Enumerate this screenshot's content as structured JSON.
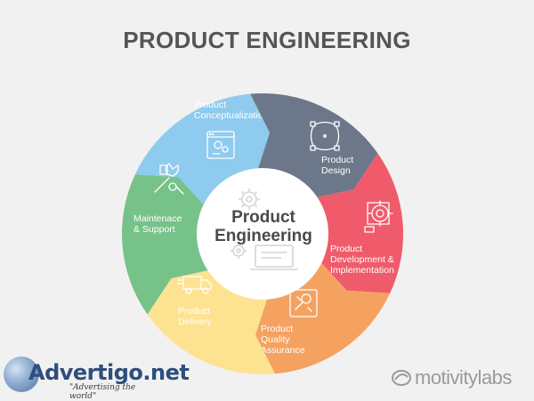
{
  "title": "PRODUCT ENGINEERING",
  "center": {
    "line1": "Product",
    "line2": "Engineering"
  },
  "segments": [
    {
      "lines": [
        "Product",
        "Conceptualization"
      ],
      "color": "#8fcbee",
      "icon": "concept-icon"
    },
    {
      "lines": [
        "Product",
        "Design"
      ],
      "color": "#6c7789",
      "icon": "design-icon"
    },
    {
      "lines": [
        "Product",
        "Development &",
        "Implementation"
      ],
      "color": "#ef5b6a",
      "icon": "development-icon"
    },
    {
      "lines": [
        "Product",
        "Quality",
        "Assurance"
      ],
      "color": "#f5a261",
      "icon": "quality-icon"
    },
    {
      "lines": [
        "Product",
        "Delivery"
      ],
      "color": "#fde391",
      "icon": "delivery-icon"
    },
    {
      "lines": [
        "Maintenace",
        "& Support"
      ],
      "color": "#77c289",
      "icon": "maintenance-icon"
    }
  ],
  "watermark": {
    "name": "Advertigo.net",
    "slogan": "\"Advertising  the world\""
  },
  "brand": {
    "name": "motivitylabs"
  }
}
